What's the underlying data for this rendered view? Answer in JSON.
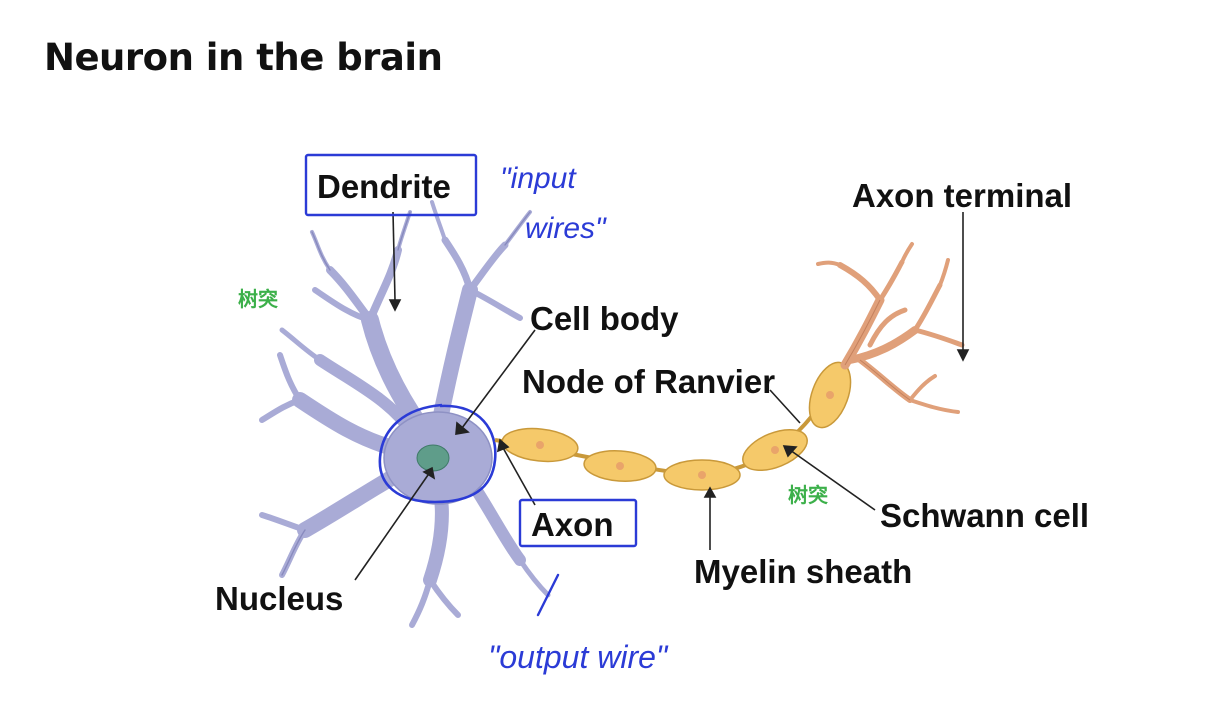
{
  "title": "Neuron in the brain",
  "labels": {
    "dendrite": "Dendrite",
    "axon_terminal": "Axon terminal",
    "cell_body": "Cell body",
    "node_of_ranvier": "Node of Ranvier",
    "axon": "Axon",
    "schwann_cell": "Schwann cell",
    "myelin_sheath": "Myelin sheath",
    "nucleus": "Nucleus"
  },
  "annotations": {
    "input_wires_line1": "\"input",
    "input_wires_line2": "wires\"",
    "output_wire": "\"output wire\"",
    "chinese_dendrite_left": "树突",
    "chinese_dendrite_right": "树突"
  },
  "colors": {
    "dendrite_fill": "#a9abd6",
    "dendrite_stroke": "#7f82b8",
    "myelin_fill": "#f5c96a",
    "myelin_stroke": "#c9993a",
    "terminal_fill": "#e0a07a",
    "nucleus_fill": "#5f9d8a",
    "annotation_blue": "#2b3bd6",
    "chinese_green": "#3cb04a"
  }
}
